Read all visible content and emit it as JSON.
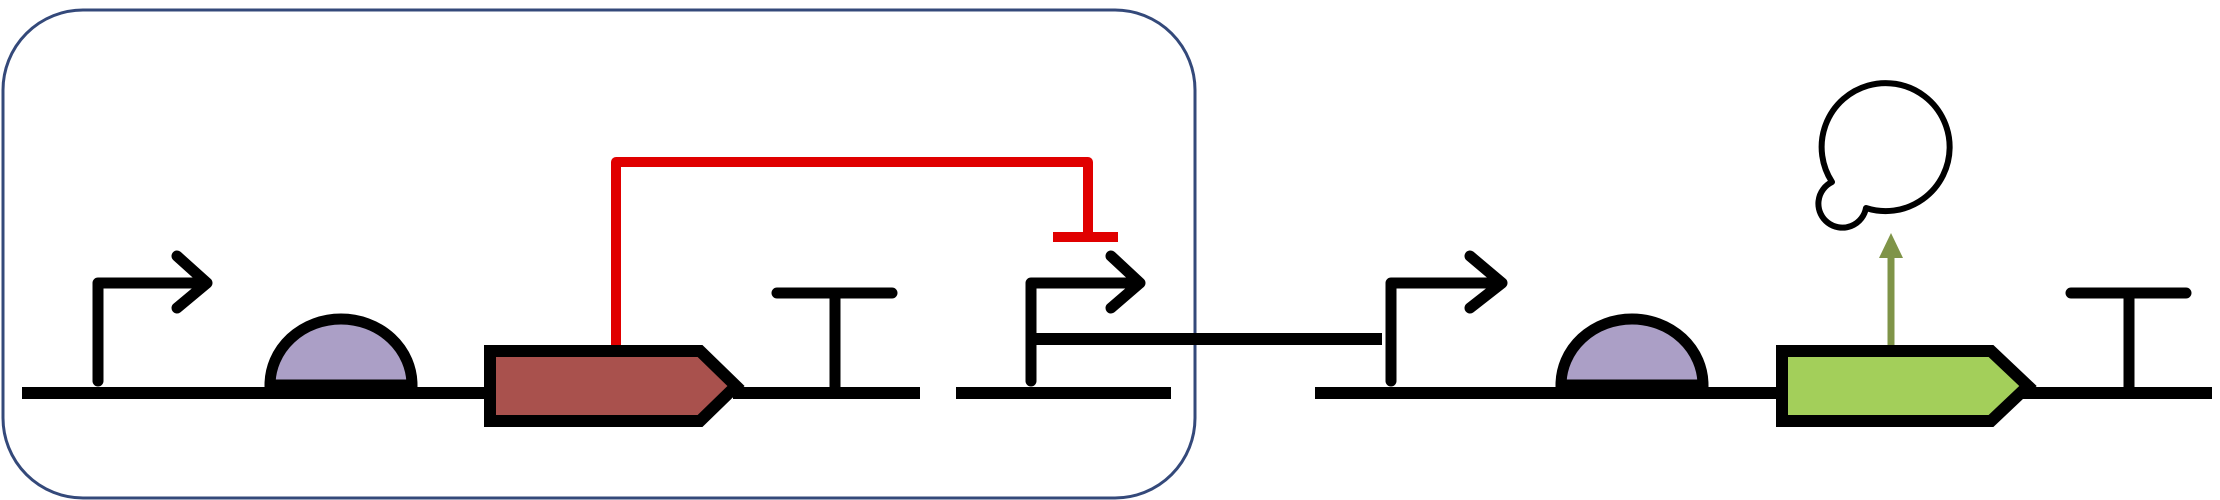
{
  "title": "",
  "colors": {
    "line": "#000000",
    "box_outline": "#34497a",
    "repression": "#e00000",
    "rbs_fill": "#ab9fc6",
    "cds_repressor": "#a9514d",
    "cds_reporter": "#a3cf5a",
    "output_arrow": "#7f9448",
    "background": "#ffffff"
  },
  "icons": [
    "promoter-icon",
    "rbs-icon",
    "cds-icon",
    "terminator-icon",
    "repression-icon",
    "degradation-icon",
    "output-arrow-icon"
  ],
  "elements": [
    {
      "type": "module-box"
    },
    {
      "type": "promoter"
    },
    {
      "type": "rbs"
    },
    {
      "type": "cds",
      "role": "repressor"
    },
    {
      "type": "terminator"
    },
    {
      "type": "repression-arc"
    },
    {
      "type": "promoter",
      "role": "repressed"
    },
    {
      "type": "promoter"
    },
    {
      "type": "rbs"
    },
    {
      "type": "cds",
      "role": "reporter"
    },
    {
      "type": "terminator"
    },
    {
      "type": "output-arrow"
    },
    {
      "type": "degradation"
    }
  ]
}
